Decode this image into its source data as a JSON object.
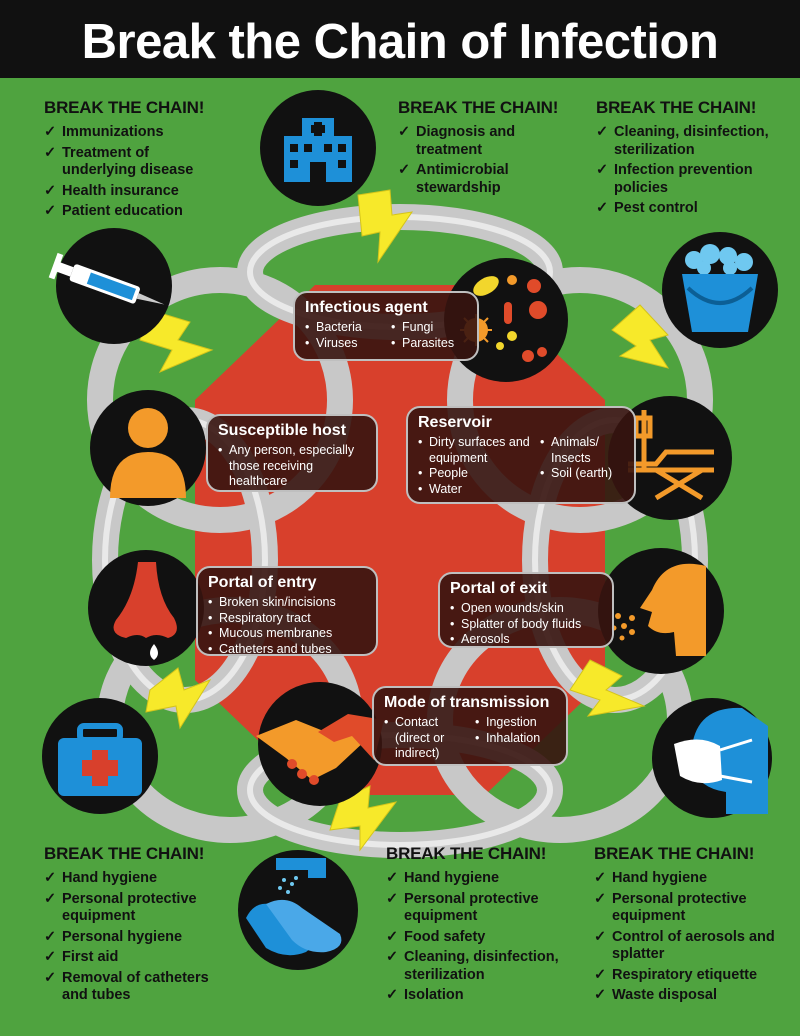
{
  "title": "Break the Chain of Infection",
  "colors": {
    "background": "#4fa33f",
    "banner": "#111111",
    "stop_sign": "#d8402c",
    "chain": "#c8c8c8",
    "node_box": "#37140f",
    "lightning": "#f7e92a",
    "icon_blue": "#1e90d8",
    "icon_orange": "#f39a2a"
  },
  "break_panels": [
    {
      "heading": "BREAK THE CHAIN!",
      "items": [
        "Immunizations",
        "Treatment of underlying disease",
        "Health insurance",
        "Patient education"
      ]
    },
    {
      "heading": "BREAK THE CHAIN!",
      "items": [
        "Diagnosis and treatment",
        "Antimicrobial stewardship"
      ]
    },
    {
      "heading": "BREAK THE CHAIN!",
      "items": [
        "Cleaning, disinfection, sterilization",
        "Infection prevention policies",
        "Pest control"
      ]
    },
    {
      "heading": "BREAK THE CHAIN!",
      "items": [
        "Hand hygiene",
        "Personal protective equipment",
        "Personal hygiene",
        "First aid",
        "Removal of catheters and tubes"
      ]
    },
    {
      "heading": "BREAK THE CHAIN!",
      "items": [
        "Hand hygiene",
        "Personal protective equipment",
        "Food safety",
        "Cleaning, disinfection, sterilization",
        "Isolation"
      ]
    },
    {
      "heading": "BREAK THE CHAIN!",
      "items": [
        "Hand hygiene",
        "Personal protective equipment",
        "Control of aerosols and splatter",
        "Respiratory etiquette",
        "Waste disposal"
      ]
    }
  ],
  "nodes": {
    "infectious_agent": {
      "title": "Infectious agent",
      "col1": [
        "Bacteria",
        "Viruses"
      ],
      "col2": [
        "Fungi",
        "Parasites"
      ]
    },
    "reservoir": {
      "title": "Reservoir",
      "col1": [
        "Dirty surfaces and equipment",
        "People",
        "Water"
      ],
      "col2": [
        "Animals/ Insects",
        "Soil (earth)"
      ]
    },
    "portal_of_exit": {
      "title": "Portal of exit",
      "items": [
        "Open wounds/skin",
        "Splatter of body fluids",
        "Aerosols"
      ]
    },
    "mode_of_transmission": {
      "title": "Mode of transmission",
      "col1": [
        "Contact (direct or indirect)"
      ],
      "col2": [
        "Ingestion",
        "Inhalation"
      ]
    },
    "portal_of_entry": {
      "title": "Portal of entry",
      "items": [
        "Broken skin/incisions",
        "Respiratory tract",
        "Mucous membranes",
        "Catheters and tubes"
      ]
    },
    "susceptible_host": {
      "title": "Susceptible host",
      "items": [
        "Any person, especially those receiving healthcare"
      ]
    }
  },
  "icons": [
    "hospital-icon",
    "syringe-icon",
    "bucket-icon",
    "microbes-icon",
    "person-icon",
    "stretcher-icon",
    "nose-icon",
    "sneeze-icon",
    "handshake-icon",
    "first-aid-kit-icon",
    "face-mask-icon",
    "handwashing-icon"
  ]
}
